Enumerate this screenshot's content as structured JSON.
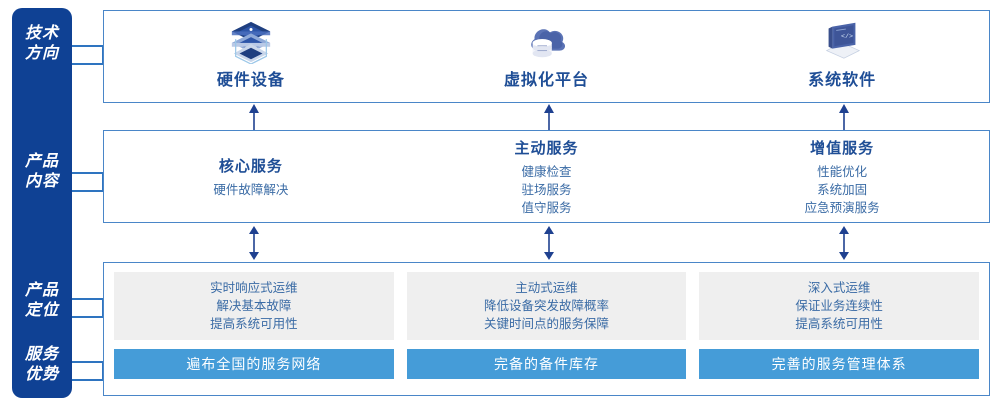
{
  "rail": {
    "labels": [
      {
        "name": "tech-direction",
        "line1": "技术",
        "line2": "方向"
      },
      {
        "name": "product-content",
        "line1": "产品",
        "line2": "内容"
      },
      {
        "name": "product-position",
        "line1": "产品",
        "line2": "定位"
      },
      {
        "name": "service-advantage",
        "line1": "服务",
        "line2": "优势"
      }
    ],
    "bg_color": "#0f4194"
  },
  "tech_direction": {
    "items": [
      {
        "icon": "server-stack-icon",
        "title": "硬件设备"
      },
      {
        "icon": "cloud-database-icon",
        "title": "虚拟化平台"
      },
      {
        "icon": "laptop-code-icon",
        "title": "系统软件"
      }
    ]
  },
  "product_content": {
    "columns": [
      {
        "heading": "核心服务",
        "lines": [
          "硬件故障解决"
        ]
      },
      {
        "heading": "主动服务",
        "lines": [
          "健康检查",
          "驻场服务",
          "值守服务"
        ]
      },
      {
        "heading": "增值服务",
        "lines": [
          "性能优化",
          "系统加固",
          "应急预演服务"
        ]
      }
    ]
  },
  "product_position": {
    "columns": [
      {
        "lines": [
          "实时响应式运维",
          "解决基本故障",
          "提高系统可用性"
        ]
      },
      {
        "lines": [
          "主动式运维",
          "降低设备突发故障概率",
          "关键时间点的服务保障"
        ]
      },
      {
        "lines": [
          "深入式运维",
          "保证业务连续性",
          "提高系统可用性"
        ]
      }
    ]
  },
  "service_advantage": {
    "bars": [
      "遍布全国的服务网络",
      "完备的备件库存",
      "完善的服务管理体系"
    ],
    "bar_color": "#459cd8"
  },
  "connectors": {
    "arrow_up_name": "arrow-up",
    "arrow_bidirectional_name": "arrow-bidirectional",
    "color": "#1f4190"
  },
  "colors": {
    "panel_border": "#4a86c8",
    "heading_blue": "#1f4e96",
    "body_blue": "#3a6ba5",
    "grey_box": "#efefef"
  }
}
